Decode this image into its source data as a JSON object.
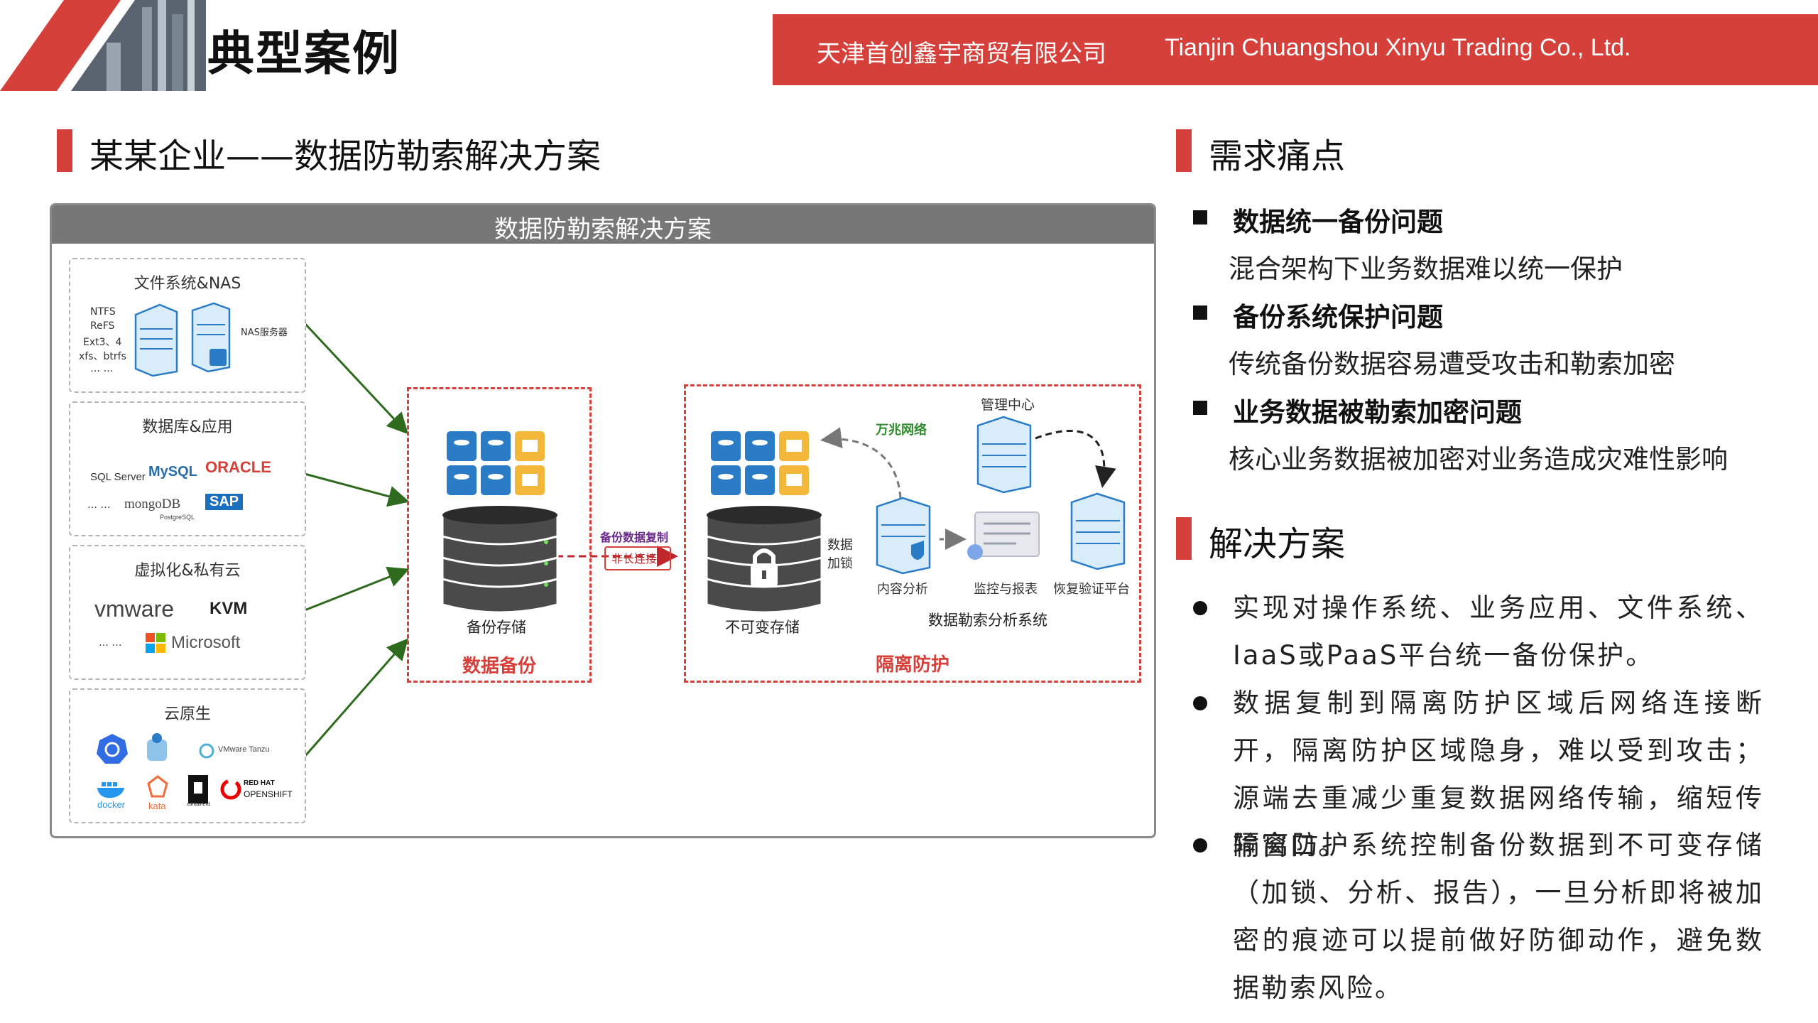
{
  "header": {
    "title": "典型案例",
    "company_cn": "天津首创鑫宇商贸有限公司",
    "company_en": "Tianjin Chuangshou Xinyu Trading Co., Ltd.",
    "accent_color": "#d6403a"
  },
  "left_section": {
    "heading": "某某企业——数据防勒索解决方案"
  },
  "diagram": {
    "title": "数据防勒索解决方案",
    "sources": [
      {
        "title": "文件系统&NAS",
        "fs_lines": [
          "NTFS",
          "ReFS",
          "Ext3、4",
          "xfs、btrfs",
          "… …"
        ],
        "server_label": "NAS服务器"
      },
      {
        "title": "数据库&应用",
        "logos": [
          "SQL Server",
          "MySQL",
          "ORACLE",
          "mongoDB",
          "PostgreSQL",
          "SAP"
        ],
        "ellipsis": "… …"
      },
      {
        "title": "虚拟化&私有云",
        "logos": [
          "vmware",
          "KVM",
          "Microsoft"
        ],
        "ellipsis": "… …"
      },
      {
        "title": "云原生",
        "logos": [
          "VMware Tanzu",
          "docker",
          "kata",
          "containerd",
          "RED HAT",
          "OPENSHIFT"
        ]
      }
    ],
    "backup": {
      "storage_label": "备份存储",
      "zone_label": "数据备份"
    },
    "link": {
      "copy_label": "备份数据复制",
      "conn_label": "非长连接"
    },
    "isolation": {
      "immutable_label": "不可变存储",
      "lock_label_1": "数据",
      "lock_label_2": "加锁",
      "network_label": "万兆网络",
      "mgmt_label": "管理中心",
      "content_label": "内容分析",
      "monitor_label": "监控与报表",
      "verify_label": "恢复验证平台",
      "system_label": "数据勒索分析系统",
      "zone_label": "隔离防护"
    }
  },
  "right_section": {
    "pain_heading": "需求痛点",
    "pain_points": [
      {
        "title": "数据统一备份问题",
        "desc": "混合架构下业务数据难以统一保护"
      },
      {
        "title": "备份系统保护问题",
        "desc": "传统备份数据容易遭受攻击和勒索加密"
      },
      {
        "title": "业务数据被勒索加密问题",
        "desc": "核心业务数据被加密对业务造成灾难性影响"
      }
    ],
    "solution_heading": "解决方案",
    "solutions": [
      "实现对操作系统、业务应用、文件系统、IaaS或PaaS平台统一备份保护。",
      "数据复制到隔离防护区域后网络连接断开，隔离防护区域隐身，难以受到攻击；源端去重减少重复数据网络传输，缩短传输窗口。",
      "隔离防护系统控制备份数据到不可变存储（加锁、分析、报告），一旦分析即将被加密的痕迹可以提前做好防御动作，避免数据勒索风险。"
    ]
  }
}
